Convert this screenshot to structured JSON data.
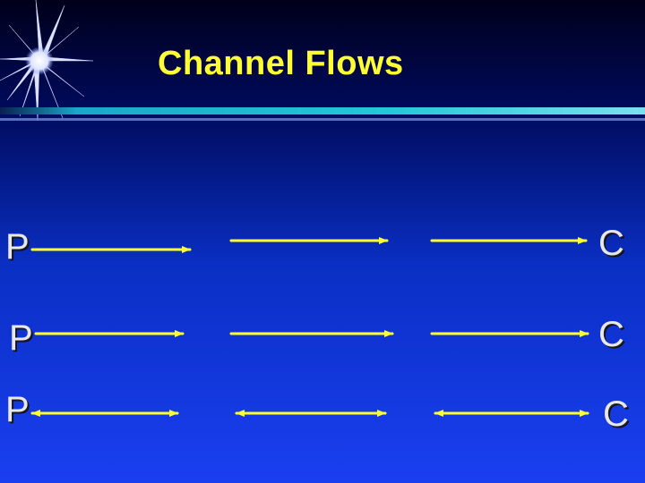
{
  "slide": {
    "title": "Channel Flows",
    "colors": {
      "background_top": "#00001a",
      "background_bottom": "#1a3ff0",
      "title": "#ffff33",
      "arrow": "#ffff33",
      "rule": "#22c8d8"
    }
  },
  "rows": [
    {
      "left_label": "P",
      "right_label": "C",
      "direction": "forward"
    },
    {
      "left_label": "P",
      "right_label": "C",
      "direction": "forward"
    },
    {
      "left_label": "P",
      "right_label": "C",
      "direction": "bidirectional"
    }
  ],
  "icons": {
    "corner": "starburst-icon"
  }
}
